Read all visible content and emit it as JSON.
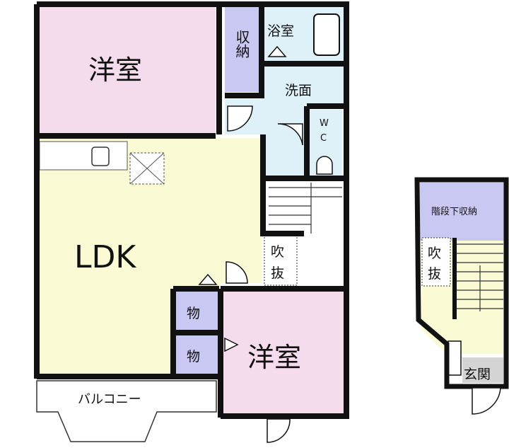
{
  "floor2": {
    "western_room_1": "洋室",
    "storage": "収納",
    "bathroom": "浴室",
    "washroom": "洗面",
    "wc_w": "W",
    "wc_c": "C",
    "ldk": "LDK",
    "void_1": "吹",
    "void_2": "抜",
    "closet_1": "物",
    "closet_2": "物",
    "western_room_2": "洋室",
    "balcony": "バルコニー"
  },
  "floor1": {
    "under_stair_storage": "階段下収納",
    "void_1": "吹",
    "void_2": "抜",
    "entrance": "玄関"
  },
  "colors": {
    "western": "#f4dcec",
    "storage": "#c8c8f2",
    "wet": "#dff1f8",
    "ldk": "#fafad4",
    "entrance": "#d4d4d4",
    "wall": "#111111"
  }
}
